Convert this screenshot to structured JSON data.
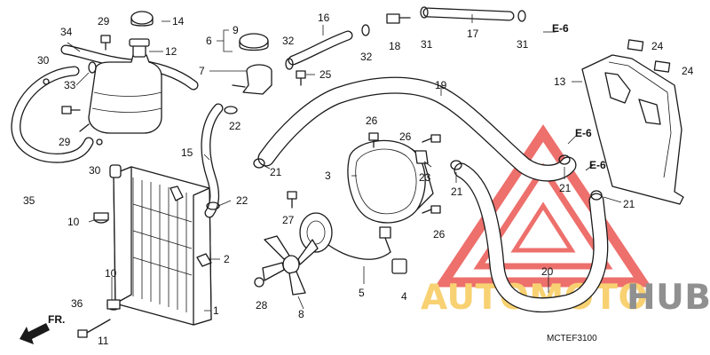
{
  "diagram_code": "MCTEF3100",
  "front_indicator": "FR.",
  "watermark": {
    "text_a": "AUTOMOTO",
    "text_b": "HUB",
    "color_a": "#f6c244",
    "color_b": "#6b6b6b",
    "logo_color": "#e8413c"
  },
  "callouts": {
    "c1": "1",
    "c2": "2",
    "c3": "3",
    "c4": "4",
    "c5": "5",
    "c6": "6",
    "c7": "7",
    "c8": "8",
    "c9": "9",
    "c10a": "10",
    "c10b": "10",
    "c11": "11",
    "c12": "12",
    "c13": "13",
    "c14": "14",
    "c15": "15",
    "c16": "16",
    "c17": "17",
    "c18": "18",
    "c19": "19",
    "c20": "20",
    "c21a": "21",
    "c21b": "21",
    "c21c": "21",
    "c21d": "21",
    "c21e": "21",
    "c22a": "22",
    "c22b": "22",
    "c23": "23",
    "c24a": "24",
    "c24b": "24",
    "c25": "25",
    "c26a": "26",
    "c26b": "26",
    "c26c": "26",
    "c27": "27",
    "c28": "28",
    "c29a": "29",
    "c29b": "29",
    "c30a": "30",
    "c30b": "30",
    "c31a": "31",
    "c31b": "31",
    "c32a": "32",
    "c32b": "32",
    "c33": "33",
    "c34": "34",
    "c35": "35",
    "c36": "36"
  },
  "refs": {
    "e6_top": "E-6",
    "e6_mid": "E-6",
    "e6_low": "E-6"
  }
}
